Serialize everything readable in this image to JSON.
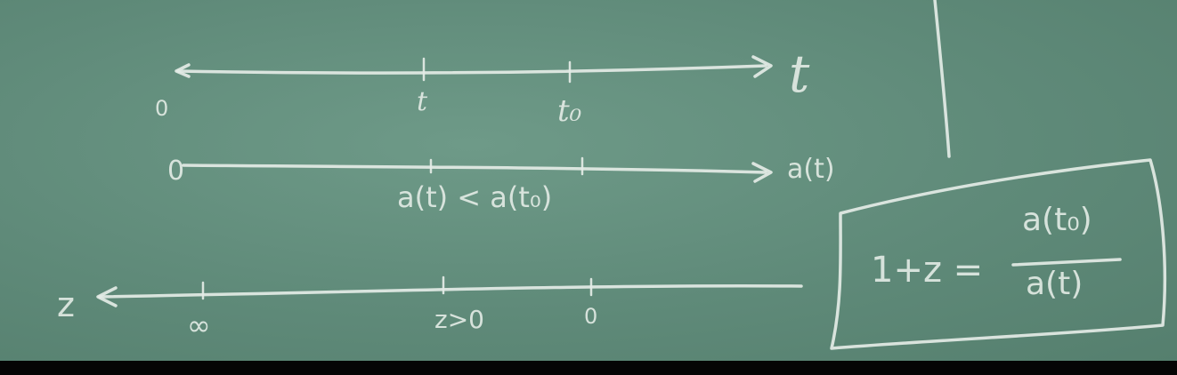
{
  "time_axis": {
    "axis_label": "t",
    "ticks": [
      "0",
      "t",
      "t₀"
    ]
  },
  "scale_axis": {
    "axis_label": "a(t)",
    "origin_label": "0",
    "relation": "a(t) < a(t₀)"
  },
  "redshift_axis": {
    "axis_label": "z",
    "ticks": [
      "∞",
      "z>0",
      "0"
    ]
  },
  "formula": {
    "lhs": "1+z =",
    "numerator": "a(t₀)",
    "denominator": "a(t)"
  }
}
